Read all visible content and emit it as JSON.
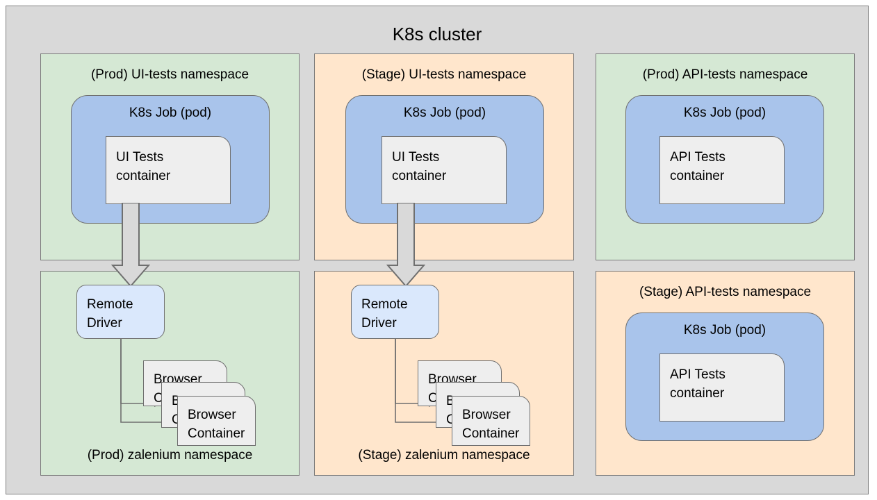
{
  "diagram": {
    "title": "K8s cluster",
    "type": "architecture-diagram",
    "colors": {
      "cluster_bg": "#d9d9d9",
      "prod_namespace_bg": "#d5e8d4",
      "stage_namespace_bg": "#ffe6cc",
      "pod_bg": "#a9c4eb",
      "container_bg": "#eeeeee",
      "driver_bg": "#dae8fc",
      "stroke": "#6f6f6f"
    }
  },
  "namespaces": {
    "prod_ui": {
      "label": "(Prod) UI-tests namespace",
      "env": "Prod",
      "pod_title": "K8s Job (pod)",
      "container_label": "UI Tests\ncontainer"
    },
    "stage_ui": {
      "label": "(Stage) UI-tests namespace",
      "env": "Stage",
      "pod_title": "K8s Job (pod)",
      "container_label": "UI Tests\ncontainer"
    },
    "prod_api": {
      "label": "(Prod) API-tests namespace",
      "env": "Prod",
      "pod_title": "K8s Job (pod)",
      "container_label": "API Tests\ncontainer"
    },
    "stage_api": {
      "label": "(Stage) API-tests namespace",
      "env": "Stage",
      "pod_title": "K8s Job (pod)",
      "container_label": "API Tests\ncontainer"
    },
    "prod_zalenium": {
      "label": "(Prod) zalenium namespace",
      "env": "Prod",
      "driver_label": "Remote\nDriver",
      "browser_labels": [
        "Browser\nContainer",
        "Browser\nContainer",
        "Browser\nContainer"
      ]
    },
    "stage_zalenium": {
      "label": "(Stage) zalenium namespace",
      "env": "Stage",
      "driver_label": "Remote\nDriver",
      "browser_labels": [
        "Browser\nContainer",
        "Browser\nContainer",
        "Browser\nContainer"
      ]
    }
  },
  "connections": [
    {
      "from": "prod_ui.container",
      "to": "prod_zalenium.driver",
      "style": "block-arrow"
    },
    {
      "from": "stage_ui.container",
      "to": "stage_zalenium.driver",
      "style": "block-arrow"
    },
    {
      "from": "prod_zalenium.driver",
      "to": "prod_zalenium.browsers",
      "style": "thin-arrow"
    },
    {
      "from": "stage_zalenium.driver",
      "to": "stage_zalenium.browsers",
      "style": "thin-arrow"
    }
  ]
}
